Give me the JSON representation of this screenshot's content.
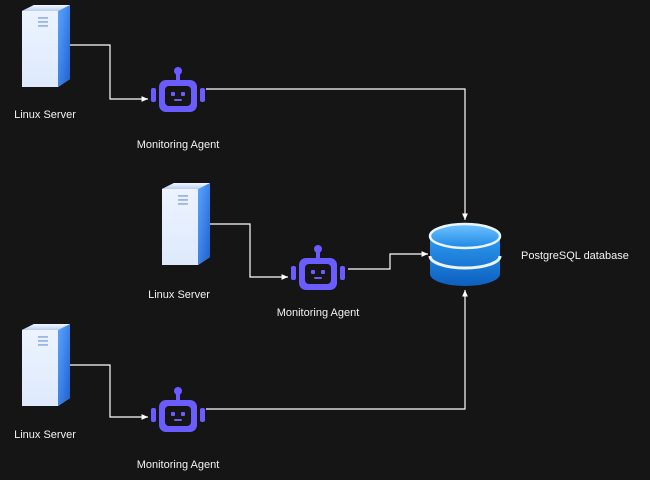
{
  "diagram": {
    "background": "#151515",
    "colors": {
      "server_light": "#dbe9fb",
      "server_blue": "#2f76e0",
      "agent": "#6a5cff",
      "db_blue": "#1e88e5",
      "connector": "#ffffff"
    },
    "nodes": {
      "server_1": {
        "label": "Linux Server",
        "icon": "server-icon"
      },
      "agent_1": {
        "label": "Monitoring Agent",
        "icon": "robot-icon"
      },
      "server_2": {
        "label": "Linux Server",
        "icon": "server-icon"
      },
      "agent_2": {
        "label": "Monitoring Agent",
        "icon": "robot-icon"
      },
      "server_3": {
        "label": "Linux Server",
        "icon": "server-icon"
      },
      "agent_3": {
        "label": "Monitoring Agent",
        "icon": "robot-icon"
      },
      "database": {
        "label": "PostgreSQL database",
        "icon": "database-icon"
      }
    },
    "edges": [
      {
        "from": "server_1",
        "to": "agent_1"
      },
      {
        "from": "server_2",
        "to": "agent_2"
      },
      {
        "from": "server_3",
        "to": "agent_3"
      },
      {
        "from": "agent_1",
        "to": "database"
      },
      {
        "from": "agent_2",
        "to": "database"
      },
      {
        "from": "agent_3",
        "to": "database"
      }
    ]
  }
}
